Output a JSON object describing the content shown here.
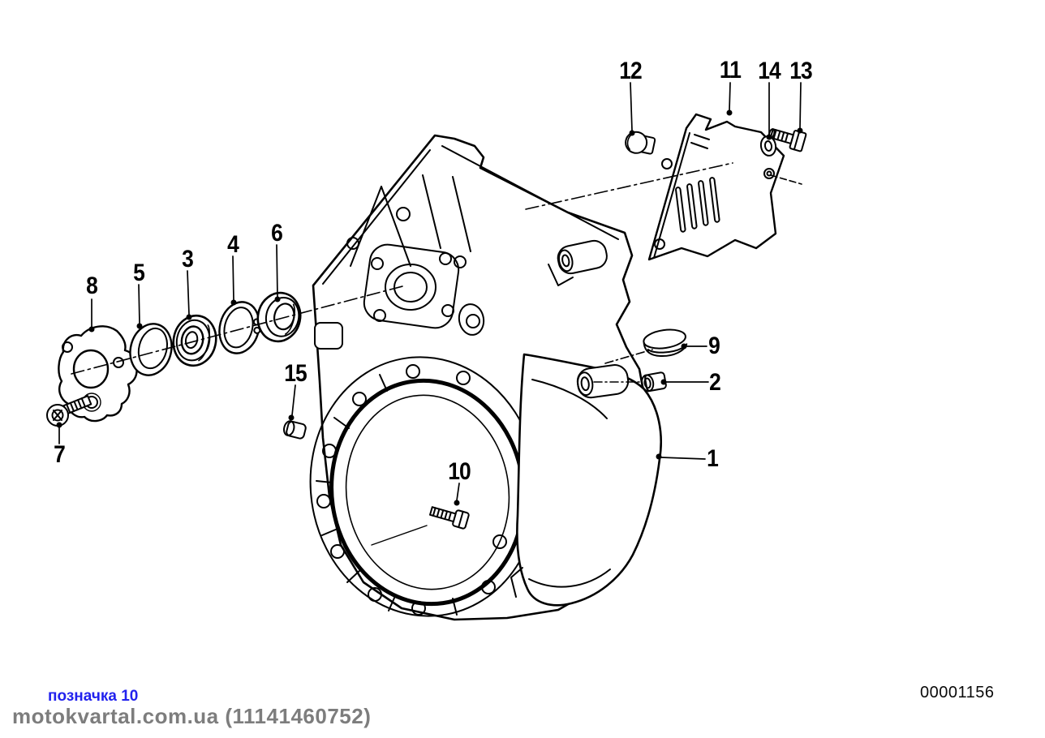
{
  "diagram": {
    "drawing_number": "00001156",
    "callouts": [
      {
        "label": "1"
      },
      {
        "label": "2"
      },
      {
        "label": "3"
      },
      {
        "label": "4"
      },
      {
        "label": "5"
      },
      {
        "label": "6"
      },
      {
        "label": "7"
      },
      {
        "label": "8"
      },
      {
        "label": "9"
      },
      {
        "label": "10"
      },
      {
        "label": "11"
      },
      {
        "label": "12"
      },
      {
        "label": "13"
      },
      {
        "label": "14"
      },
      {
        "label": "15"
      }
    ]
  },
  "footer": {
    "link_label": "позначка 10",
    "watermark": "motokvartal.com.ua (11141460752)"
  },
  "colors": {
    "line": "#000000",
    "background": "#ffffff",
    "link": "#2222ee",
    "watermark": "#7d7d7d"
  }
}
